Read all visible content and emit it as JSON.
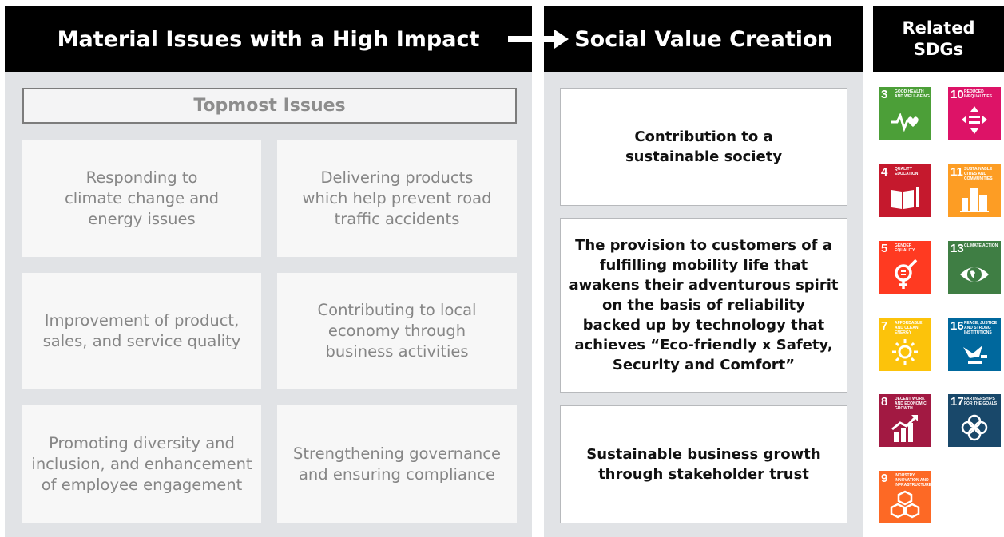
{
  "headers": {
    "material": "Material Issues with a High Impact",
    "social": "Social Value Creation",
    "sdgs": "Related\nSDGs"
  },
  "topmost_label": "Topmost Issues",
  "issues": [
    "Responding to\nclimate change and\nenergy issues",
    "Delivering products\nwhich help prevent road\ntraffic accidents",
    "Improvement of product,\nsales, and service quality",
    "Contributing to local\neconomy through\nbusiness activities",
    "Promoting diversity and\ninclusion, and enhancement\nof employee engagement",
    "Strengthening governance\nand ensuring compliance"
  ],
  "values": [
    "Contribution to a\nsustainable society",
    "The provision to customers of a\nfulfilling mobility life that\nawakens their adventurous spirit\non the basis of reliability\nbacked up by technology that\nachieves  “Eco-friendly x Safety,\nSecurity and Comfort”",
    "Sustainable business growth\nthrough stakeholder trust"
  ],
  "sdgs": [
    {
      "num": "3",
      "title": "Good health and well-being",
      "color": "#4c9f38",
      "icon": "heartbeat-icon"
    },
    {
      "num": "10",
      "title": "Reduced inequalities",
      "color": "#dd1367",
      "icon": "equality-arrows-icon"
    },
    {
      "num": "4",
      "title": "Quality education",
      "color": "#c5192d",
      "icon": "book-pencil-icon"
    },
    {
      "num": "11",
      "title": "Sustainable cities and communities",
      "color": "#fd9d24",
      "icon": "city-buildings-icon"
    },
    {
      "num": "5",
      "title": "Gender equality",
      "color": "#ff3a21",
      "icon": "gender-equality-icon"
    },
    {
      "num": "13",
      "title": "Climate action",
      "color": "#3f7e44",
      "icon": "earth-eye-icon"
    },
    {
      "num": "7",
      "title": "Affordable and clean energy",
      "color": "#fcc30b",
      "icon": "sun-power-icon"
    },
    {
      "num": "16",
      "title": "Peace, justice and strong institutions",
      "color": "#00689d",
      "icon": "dove-gavel-icon"
    },
    {
      "num": "8",
      "title": "Decent work and economic growth",
      "color": "#a21942",
      "icon": "growth-chart-icon"
    },
    {
      "num": "17",
      "title": "Partnerships for the goals",
      "color": "#19486a",
      "icon": "rings-icon"
    },
    {
      "num": "9",
      "title": "Industry, innovation and infrastructure",
      "color": "#fd6925",
      "icon": "cubes-icon"
    }
  ]
}
